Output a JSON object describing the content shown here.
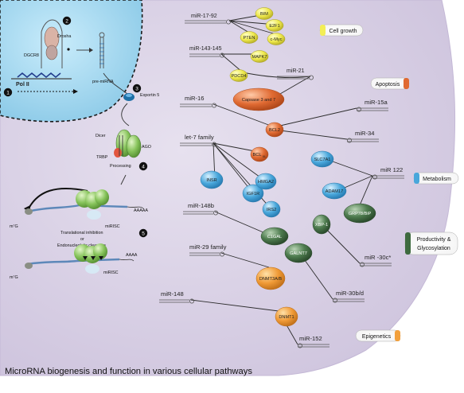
{
  "caption": "MicroRNA biogenesis and function in various cellular pathways",
  "biogenesis": {
    "step1": "1",
    "step2": "2",
    "step3": "3",
    "step4": "4",
    "step5": "5",
    "pol2": "Pol II",
    "drosha": "Drosha",
    "dgcr8": "DGCR8",
    "pre_mirna": "pre-miRNA",
    "exportin": "Exportin 5",
    "dicer": "Dicer",
    "trbp": "TRBP",
    "ago": "AGO",
    "processing": "Processing",
    "mirisc_top": "miRISC",
    "mirisc_bottom": "miRISC",
    "cap_top": "m⁷G",
    "cap_bottom": "m⁷G",
    "poly_a": "AAAAA",
    "poly_a_short": "AAAA",
    "translational": "Translational inhibition",
    "or": "or",
    "endonucleolytic": "Endonucleolytic cleavage"
  },
  "categories": {
    "cell_growth": "Cell growth",
    "apoptosis": "Apoptosis",
    "metabolism": "Metabolism",
    "productivity": "Productivity &",
    "glycosylation": "Glycosylation",
    "epigenetics": "Epigenetics"
  },
  "mirnas": {
    "mir_17_92": "miR-17-92",
    "mir_143_145": "miR-143-145",
    "mir_21": "miR-21",
    "mir_16": "miR-16",
    "mir_15a": "miR-15a",
    "mir_34": "miR-34",
    "let7": "let-7 family",
    "mir_122": "miR 122",
    "mir_148b": "miR-148b",
    "mir_29": "miR-29 family",
    "mir_30c": "miR -30c*",
    "mir_30bd": "miR-30b/d",
    "mir_148": "miR-148",
    "mir_152": "miR-152"
  },
  "genes": {
    "bim": "BIM",
    "e2f1": "E2F1",
    "pten": "PTEN",
    "cmyc": "c-Myc",
    "mapk7": "MAPK7",
    "pdcd4": "PDCD4",
    "caspase": "Capsase 3 and 7",
    "bcl2": "BCL2",
    "bclxl": "BCL",
    "bclxl_sub": "XL",
    "insr": "INSR",
    "igf1r": "IGF1R",
    "hmga2": "HMGA2",
    "irs2": "IRS2",
    "slc7a1": "SLC7A1",
    "adam17": "ADAM17",
    "grp78": "GRP78/BiP",
    "xbp1": "XBP-1",
    "c1gal": "C1GAL",
    "galnt7": "GALNT7",
    "dnmt3": "DNMT3A/B",
    "dnmt1": "DNMT1"
  },
  "colors": {
    "cell_bg": "#d9d1e6",
    "cell_border": "#c4b8d6",
    "nucleus_bg": "#9fd3ec",
    "yellow_node": "#f3ee55",
    "orange_node": "#f2a03c",
    "red_node": "#e06a32",
    "blue_node": "#49a7db",
    "green_dark_node": "#3e6a3f",
    "green_mid_node": "#4b7f50",
    "mirisc_green": "#7fbf57"
  }
}
